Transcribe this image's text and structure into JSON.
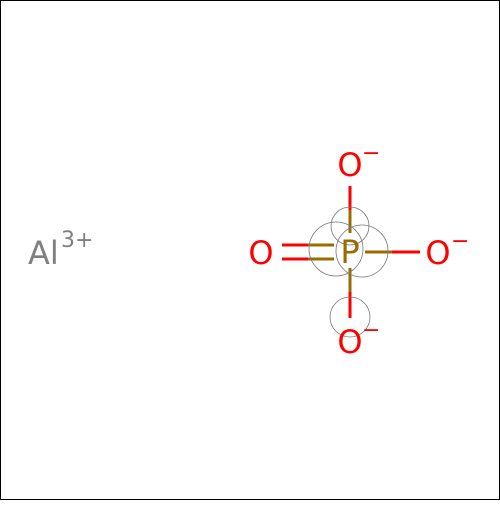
{
  "molecule": {
    "cation": {
      "symbol": "Al",
      "charge": "3+"
    },
    "anion": {
      "center": "P",
      "oxygens": [
        {
          "symbol": "O",
          "charge": "−"
        },
        {
          "symbol": "O",
          "charge": ""
        },
        {
          "symbol": "O",
          "charge": "−"
        },
        {
          "symbol": "O",
          "charge": "−"
        }
      ]
    }
  },
  "colors": {
    "aluminum": "#808080",
    "phosphorus": "#9a6b00",
    "oxygen": "#ff0000",
    "bond_phosphorus": "#9a6b00",
    "frame": "#000000"
  }
}
